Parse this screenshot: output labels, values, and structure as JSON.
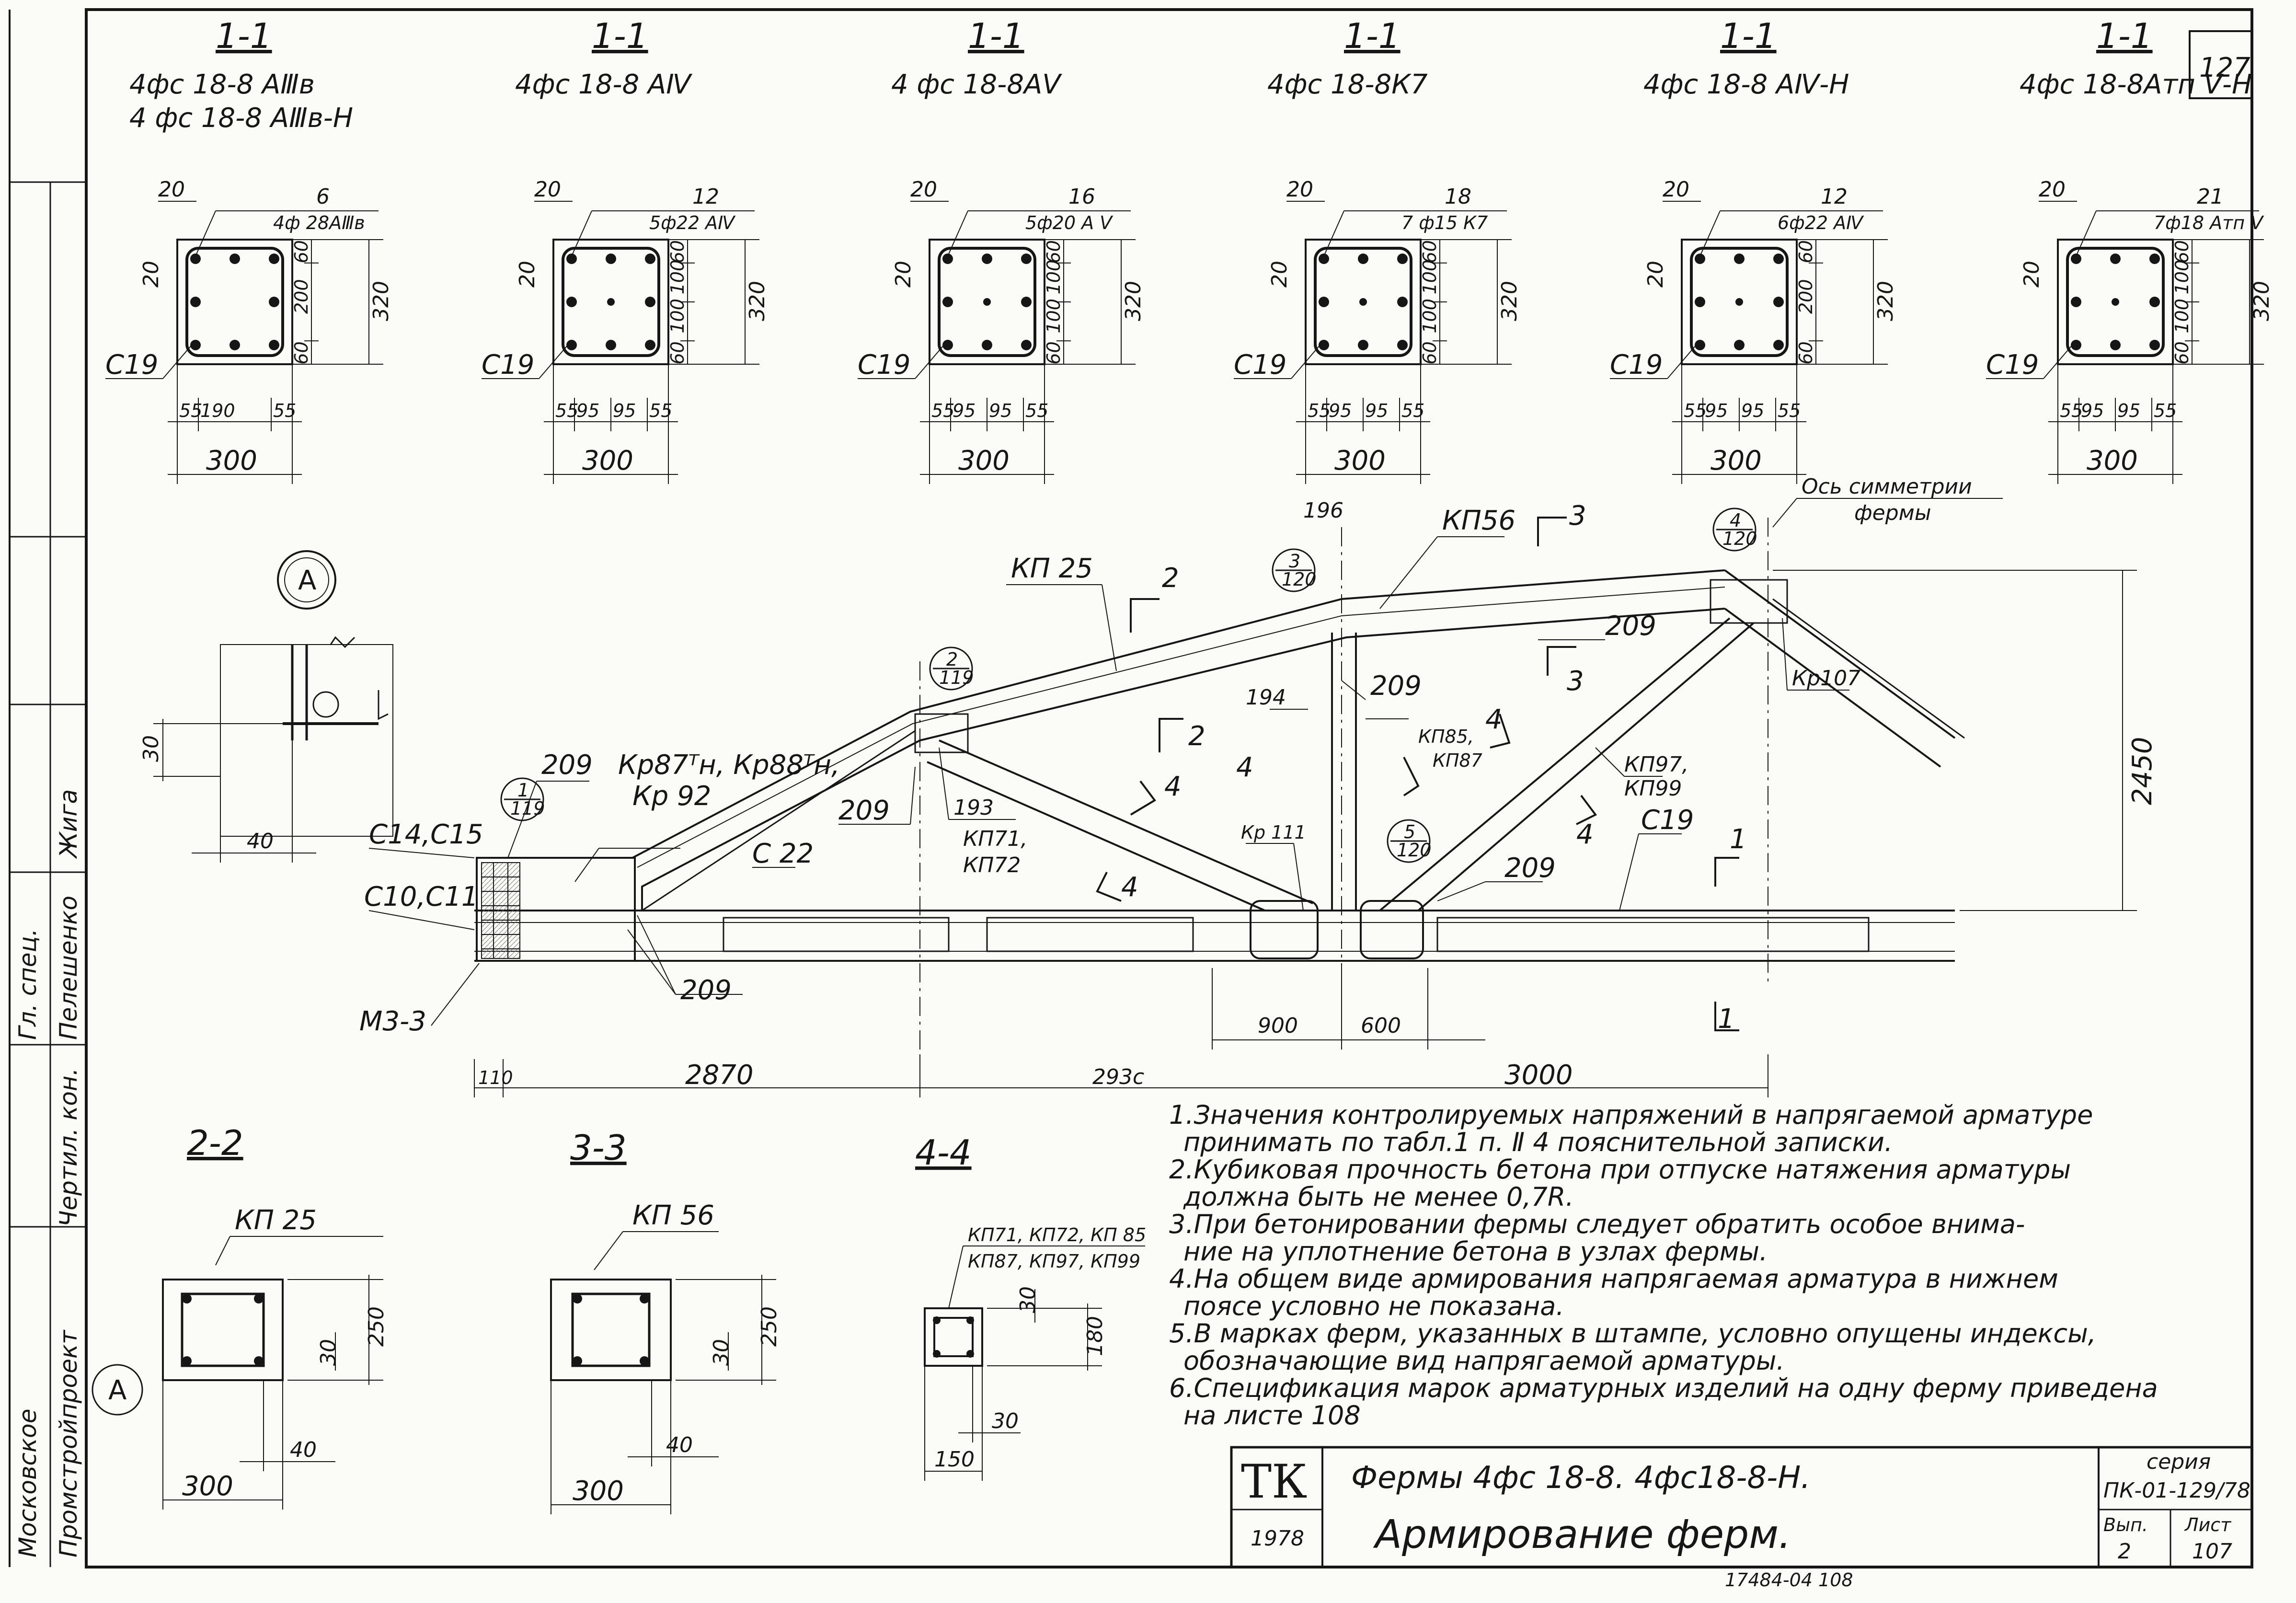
{
  "sheet_number": "127",
  "sections": [
    {
      "section_label": "1-1",
      "marks": [
        "4фс 18-8 АⅢв",
        "4 фс 18-8 АⅢв-Н"
      ],
      "top_cover": "20",
      "bar_count": "6",
      "bar_spec": "4ф 28АⅢв",
      "clear_top": "20",
      "stirrup": "C19",
      "sub_dims": [
        "55",
        "190",
        "55"
      ],
      "width": "300",
      "height": "320",
      "layers": [
        "60",
        "200",
        "60"
      ]
    },
    {
      "section_label": "1-1",
      "marks": [
        "4фс 18-8 АⅣ"
      ],
      "top_cover": "20",
      "bar_count": "12",
      "bar_spec": "5ф22 АⅣ",
      "clear_top": "20",
      "stirrup": "C19",
      "sub_dims": [
        "55",
        "95",
        "95",
        "55"
      ],
      "width": "300",
      "height": "320",
      "layers": [
        "60",
        "100",
        "100",
        "60"
      ]
    },
    {
      "section_label": "1-1",
      "marks": [
        "4 фс 18-8АⅤ"
      ],
      "top_cover": "20",
      "bar_count": "16",
      "bar_spec": "5ф20 А Ⅴ",
      "clear_top": "20",
      "stirrup": "C19",
      "sub_dims": [
        "55",
        "95",
        "95",
        "55"
      ],
      "width": "300",
      "height": "320",
      "layers": [
        "60",
        "100",
        "100",
        "60"
      ]
    },
    {
      "section_label": "1-1",
      "marks": [
        "4фс 18-8К7"
      ],
      "top_cover": "20",
      "bar_count": "18",
      "bar_spec": "7 ф15 К7",
      "clear_top": "20",
      "stirrup": "C19",
      "sub_dims": [
        "55",
        "95",
        "95",
        "55"
      ],
      "width": "300",
      "height": "320",
      "layers": [
        "60",
        "100",
        "100",
        "60"
      ]
    },
    {
      "section_label": "1-1",
      "marks": [
        "4фс 18-8 АⅣ-Н"
      ],
      "top_cover": "20",
      "bar_count": "12",
      "bar_spec": "6ф22 АⅣ",
      "clear_top": "20",
      "stirrup": "C19",
      "sub_dims": [
        "55",
        "95",
        "95",
        "55"
      ],
      "width": "300",
      "height": "320",
      "layers": [
        "60",
        "200",
        "60"
      ]
    },
    {
      "section_label": "1-1",
      "marks": [
        "4фс 18-8Атп Ⅴ-Н"
      ],
      "top_cover": "20",
      "bar_count": "21",
      "bar_spec": "7ф18 Атп Ⅴ",
      "clear_top": "20",
      "stirrup": "C19",
      "sub_dims": [
        "55",
        "95",
        "95",
        "55"
      ],
      "width": "300",
      "height": "320",
      "layers": [
        "60",
        "100",
        "100",
        "60"
      ]
    }
  ],
  "detail_a": {
    "label": "А",
    "dim_h": "30",
    "dim_w": "40"
  },
  "truss": {
    "callouts": {
      "kp25": "КП 25",
      "kp56": "КП56",
      "d196": "196",
      "d209a": "209",
      "d209b": "209",
      "d209c": "209",
      "d209d": "209",
      "d209e": "209",
      "kp107": "Кр107",
      "kp87": "Кр87ᵀн, Кр88ᵀн,",
      "kp92": "Кр 92",
      "c14": "С14,С15",
      "c10": "С10,С11",
      "c22": "С 22",
      "m33": "М3-3",
      "d193": "193",
      "kp71": "КП71,",
      "kp72": "КП72",
      "d194": "194",
      "kp85": "КП85,",
      "kp87b": "КП87",
      "kp111": "Кр 111",
      "kp97": "КП97,",
      "kp99": "КП99",
      "c19": "С19",
      "axis_sym_1": "Ось симметрии",
      "axis_sym_2": "фермы"
    },
    "node_marks": [
      {
        "top": "1",
        "bottom": "119"
      },
      {
        "top": "2",
        "bottom": "119"
      },
      {
        "top": "3",
        "bottom": "120"
      },
      {
        "top": "4",
        "bottom": "120"
      },
      {
        "top": "5",
        "bottom": "120"
      }
    ],
    "cut_marks": {
      "c1": "1",
      "c2": "2",
      "c3": "3",
      "c4": "4"
    },
    "dims": {
      "height": "2450",
      "d900": "900",
      "d600": "600",
      "d110": "110",
      "d2870": "2870",
      "d2930": "293с",
      "d3000": "3000"
    }
  },
  "small_sections": [
    {
      "label": "2-2",
      "mark": "КП 25",
      "dim_cover": "30",
      "dim_h": "250",
      "dim_side": "40",
      "dim_w": "300",
      "detail": "А"
    },
    {
      "label": "3-3",
      "mark": "КП 56",
      "dim_cover": "30",
      "dim_h": "250",
      "dim_side": "40",
      "dim_w": "300"
    },
    {
      "label": "4-4",
      "marks": [
        "КП71, КП72, КП 85",
        "КП87, КП97, КП99"
      ],
      "dim_cover": "30",
      "dim_h": "180",
      "dim_side": "30",
      "dim_w": "150"
    }
  ],
  "notes": [
    "1.Значения контролируемых напряжений в напрягаемой арматуре",
    "принимать по табл.1 п. Ⅱ 4 пояснительной записки.",
    "2.Кубиковая прочность бетона при отпуске натяжения арматуры",
    "должна быть не менее 0,7R.",
    "3.При бетонировании фермы следует обратить особое внима-",
    "ние на уплотнение бетона в узлах фермы.",
    "4.На общем виде армирования напрягаемая арматура в нижнем",
    "поясе условно не показана.",
    "5.В марках ферм, указанных в штампе, условно опущены индексы,",
    "обозначающие вид напрягаемой арматуры.",
    "6.Спецификация марок арматурных изделий на одну ферму приведена",
    "на листе 108"
  ],
  "title_block": {
    "tk": "ТК",
    "year": "1978",
    "title_line1": "Фермы 4фс 18-8. 4фс18-8-Н.",
    "title_line2": "Армирование ферм.",
    "series_label": "серия",
    "series_value": "ПК-01-129/78",
    "issue_label": "Вып.",
    "issue_value": "2",
    "sheet_label": "Лист",
    "sheet_value": "107",
    "bottom_text": "17484-04      108"
  },
  "side_stamp": {
    "org": "Промстройпроект",
    "city": "Московское",
    "role1": "Чертил. кон.",
    "name1": "Пелешенко",
    "role2": "Гл. спец.",
    "sign": "Жига"
  }
}
